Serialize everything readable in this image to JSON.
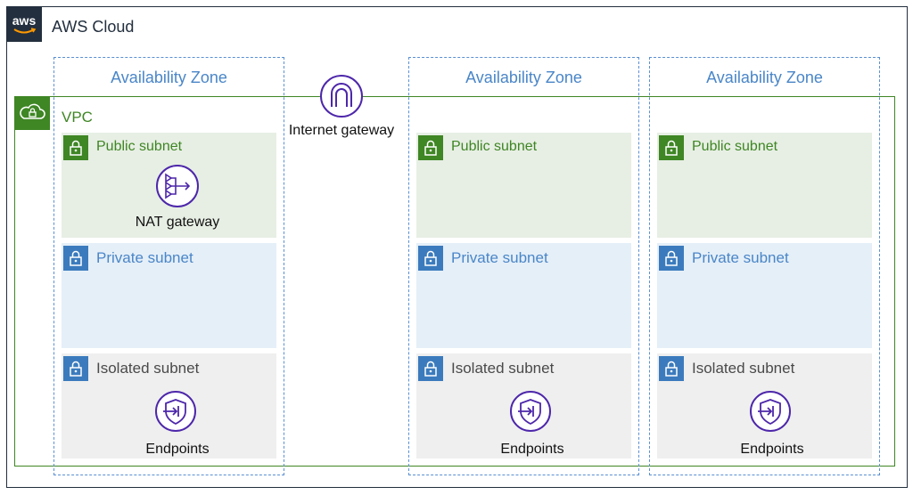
{
  "cloud": {
    "title": "AWS Cloud",
    "logo_text": "aws"
  },
  "vpc": {
    "title": "VPC"
  },
  "internet_gateway": {
    "label": "Internet gateway"
  },
  "zones": [
    {
      "title": "Availability Zone",
      "public_label": "Public subnet",
      "private_label": "Private subnet",
      "isolated_label": "Isolated subnet",
      "nat_label": "NAT gateway",
      "endpoints_label": "Endpoints"
    },
    {
      "title": "Availability Zone",
      "public_label": "Public subnet",
      "private_label": "Private subnet",
      "isolated_label": "Isolated subnet",
      "endpoints_label": "Endpoints"
    },
    {
      "title": "Availability Zone",
      "public_label": "Public subnet",
      "private_label": "Private subnet",
      "isolated_label": "Isolated subnet",
      "endpoints_label": "Endpoints"
    }
  ],
  "colors": {
    "aws_dark": "#232f3e",
    "vpc_green": "#3f8624",
    "az_blue": "#5a90d3",
    "private_blue": "#3b7bbd",
    "service_purple": "#4d27aa",
    "public_bg": "#e7efe4",
    "private_bg": "#e5eff8",
    "isolated_bg": "#efefef"
  }
}
